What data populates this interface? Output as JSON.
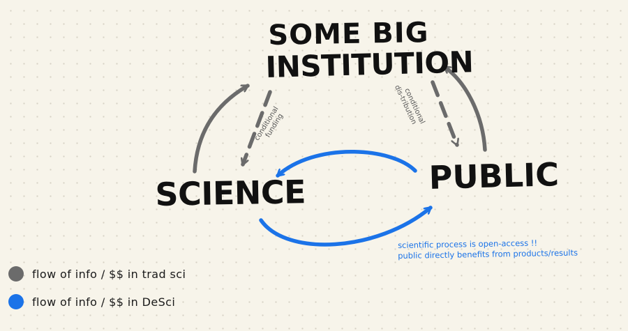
{
  "nodes": {
    "institution_line1": "SOME BIG",
    "institution_line2": "INSTITUTION",
    "science": "SCIENCE",
    "public": "PUBLIC"
  },
  "edge_labels": {
    "conditional_funding": [
      "conditional",
      "funding"
    ],
    "conditional_distribution": [
      "conditional",
      "dis-tribution"
    ]
  },
  "annotations": [
    "scientific process is open-access !!",
    "public directly benefits from products/results"
  ],
  "legend": [
    {
      "label": "flow of info / $$ in trad sci",
      "color": "#6b6b6b"
    },
    {
      "label": "flow of info / $$ in DeSci",
      "color": "#1b73e8"
    }
  ],
  "colors": {
    "trad_arrow": "#6b6b6b",
    "desci_arrow": "#1b73e8",
    "node_text": "#111111",
    "background": "#f7f4ea"
  }
}
